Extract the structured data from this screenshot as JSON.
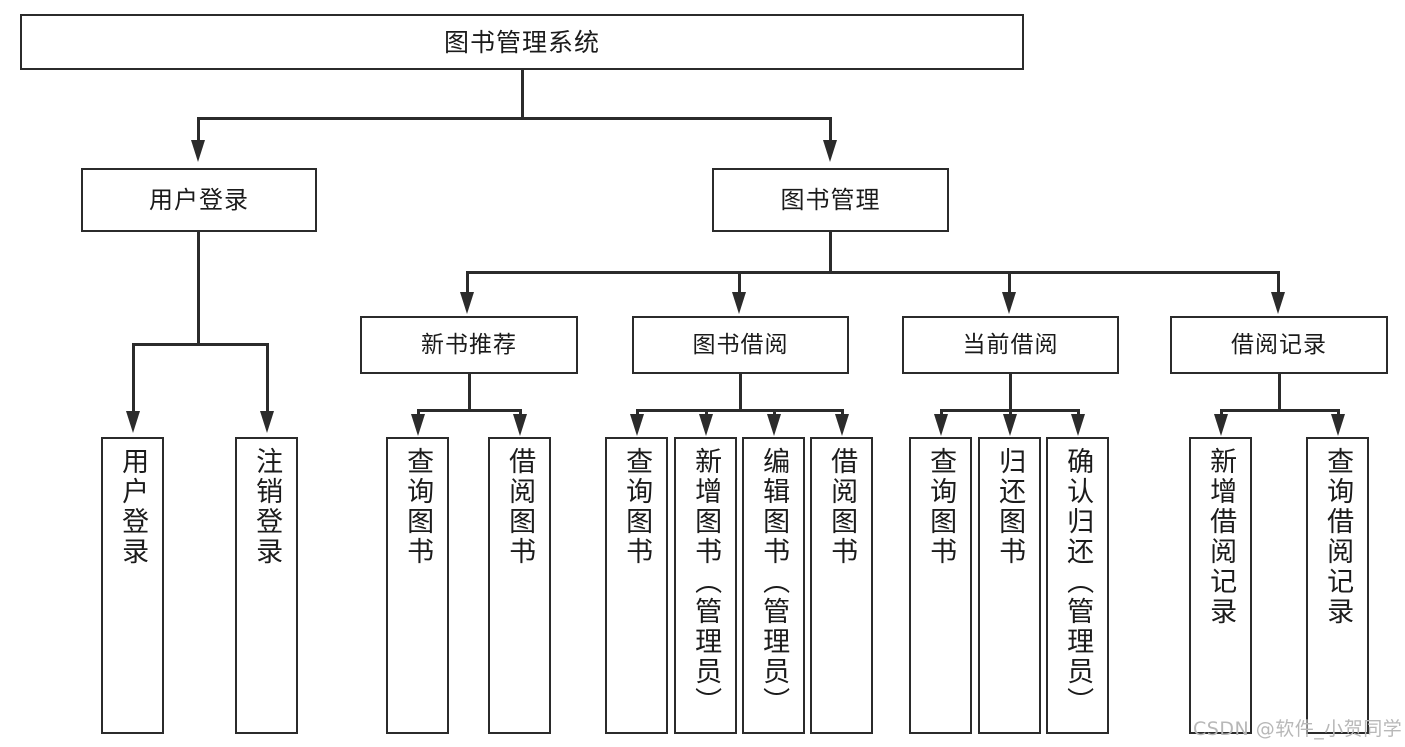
{
  "diagram": {
    "title": "图书管理系统",
    "type": "function-structure-tree",
    "root": {
      "label": "图书管理系统"
    },
    "level2": [
      {
        "label": "用户登录"
      },
      {
        "label": "图书管理"
      }
    ],
    "level3": [
      {
        "label": "新书推荐"
      },
      {
        "label": "图书借阅"
      },
      {
        "label": "当前借阅"
      },
      {
        "label": "借阅记录"
      }
    ],
    "leaves": {
      "user_login": [
        {
          "label": "用户登录"
        },
        {
          "label": "注销登录"
        }
      ],
      "new_book_recommend": [
        {
          "label": "查询图书"
        },
        {
          "label": "借阅图书"
        }
      ],
      "book_borrow": [
        {
          "label": "查询图书"
        },
        {
          "label": "新增图书（管理员）"
        },
        {
          "label": "编辑图书（管理员）"
        },
        {
          "label": "借阅图书"
        }
      ],
      "current_borrow": [
        {
          "label": "查询图书"
        },
        {
          "label": "归还图书"
        },
        {
          "label": "确认归还（管理员）"
        }
      ],
      "borrow_record": [
        {
          "label": "新增借阅记录"
        },
        {
          "label": "查询借阅记录"
        }
      ]
    }
  },
  "watermark": {
    "text": "CSDN @软件_小贺同学"
  },
  "colors": {
    "stroke": "#2b2b2b",
    "fill": "#ffffff",
    "text": "#1b1b1b",
    "watermark": "#b8b8b8"
  }
}
